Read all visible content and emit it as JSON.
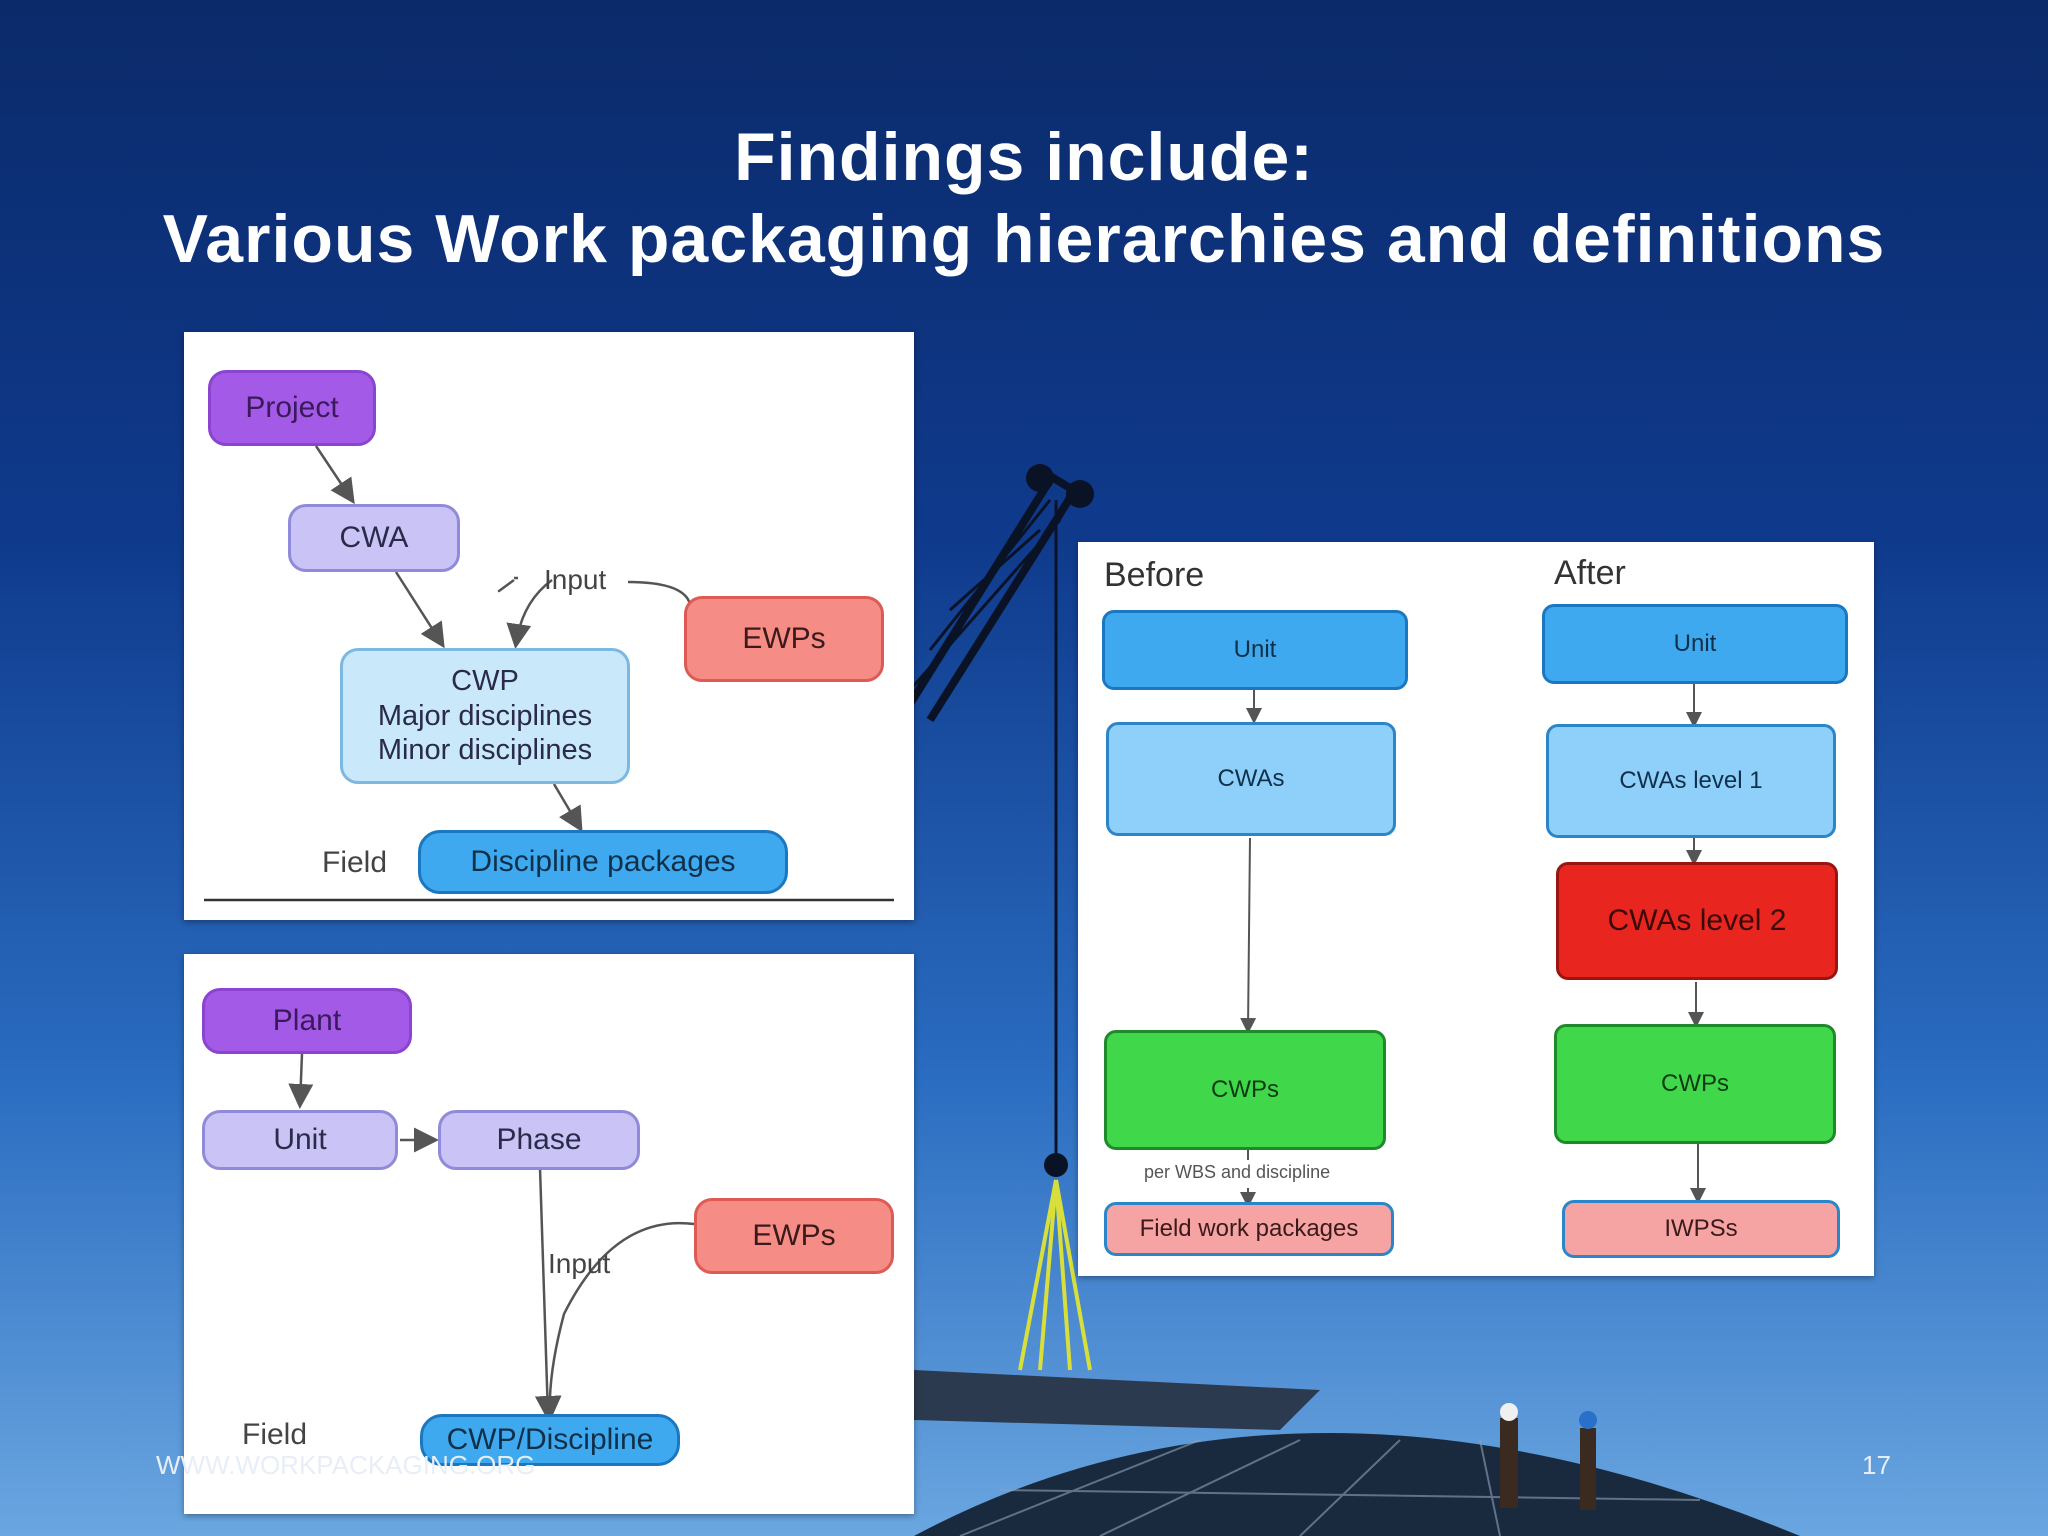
{
  "slide": {
    "title_line1": "Findings include:",
    "title_line2": "Various Work packaging hierarchies and definitions",
    "footer_left": "WWW.WORKPACKAGING.ORG",
    "page_number": "17"
  },
  "diagram_a": {
    "project": "Project",
    "cwa": "CWA",
    "input": "Input",
    "ewps": "EWPs",
    "cwp": "CWP\nMajor disciplines\nMinor disciplines",
    "field": "Field",
    "discipline_packages": "Discipline packages"
  },
  "diagram_b": {
    "plant": "Plant",
    "unit": "Unit",
    "phase": "Phase",
    "ewps": "EWPs",
    "input": "Input",
    "field": "Field",
    "cwp_discipline": "CWP/Discipline"
  },
  "diagram_c": {
    "before_heading": "Before",
    "after_heading": "After",
    "before": {
      "unit": "Unit",
      "cwas": "CWAs",
      "cwps": "CWPs",
      "note": "per WBS and discipline",
      "fwp": "Field work packages"
    },
    "after": {
      "unit": "Unit",
      "cwas_l1": "CWAs level 1",
      "cwas_l2": "CWAs level 2",
      "cwps": "CWPs",
      "iwps": "IWPSs"
    }
  },
  "colors": {
    "background_top": "#0b2a6a",
    "hierarchy_root": "#a35ae6",
    "ewp": "#f68c86",
    "unit_blue": "#3ea9ee",
    "cwp_green": "#40d84a",
    "cwa_level2_red": "#e8261f"
  }
}
